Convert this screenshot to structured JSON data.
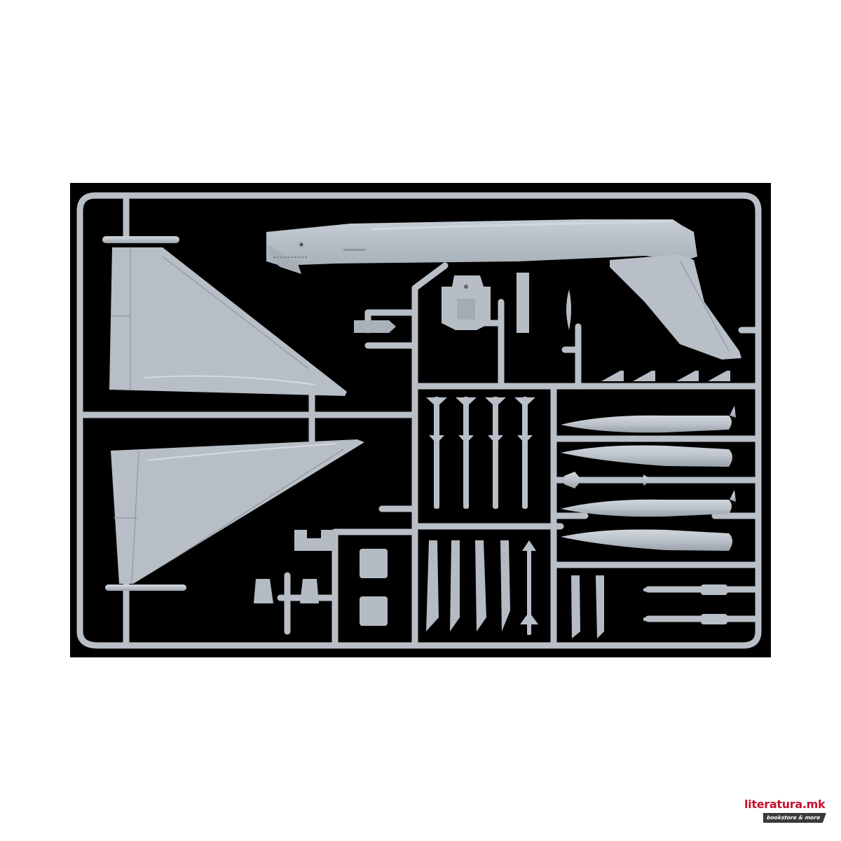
{
  "image": {
    "subject": "Plastic model kit sprue (jet aircraft parts) on black background",
    "background_color": "#ffffff",
    "panel_color": "#000000",
    "plastic_color": "#b4bcc4"
  },
  "parts": {
    "vertical_stabilizer_left": "tail-fin",
    "vertical_stabilizer_lower": "tail-fin",
    "fuselage_spine": "fuselage-section",
    "wing_section": "wing",
    "ejection_seat": "seat",
    "missiles_row": [
      "missile",
      "missile",
      "missile",
      "missile"
    ],
    "fuel_tanks": [
      "fuel-tank",
      "fuel-tank",
      "fuel-tank",
      "fuel-tank"
    ],
    "bombs": [
      "bomb",
      "bomb"
    ],
    "pylons": [
      "pylon",
      "pylon",
      "pylon",
      "pylon",
      "pylon",
      "pylon"
    ],
    "small_fins": [
      "fin",
      "fin",
      "fin",
      "fin"
    ]
  },
  "watermark": {
    "brand": "literatura.mk",
    "tagline": "bookstore & more",
    "brand_color": "#c8102e",
    "tag_bg": "#3a3a3a"
  }
}
